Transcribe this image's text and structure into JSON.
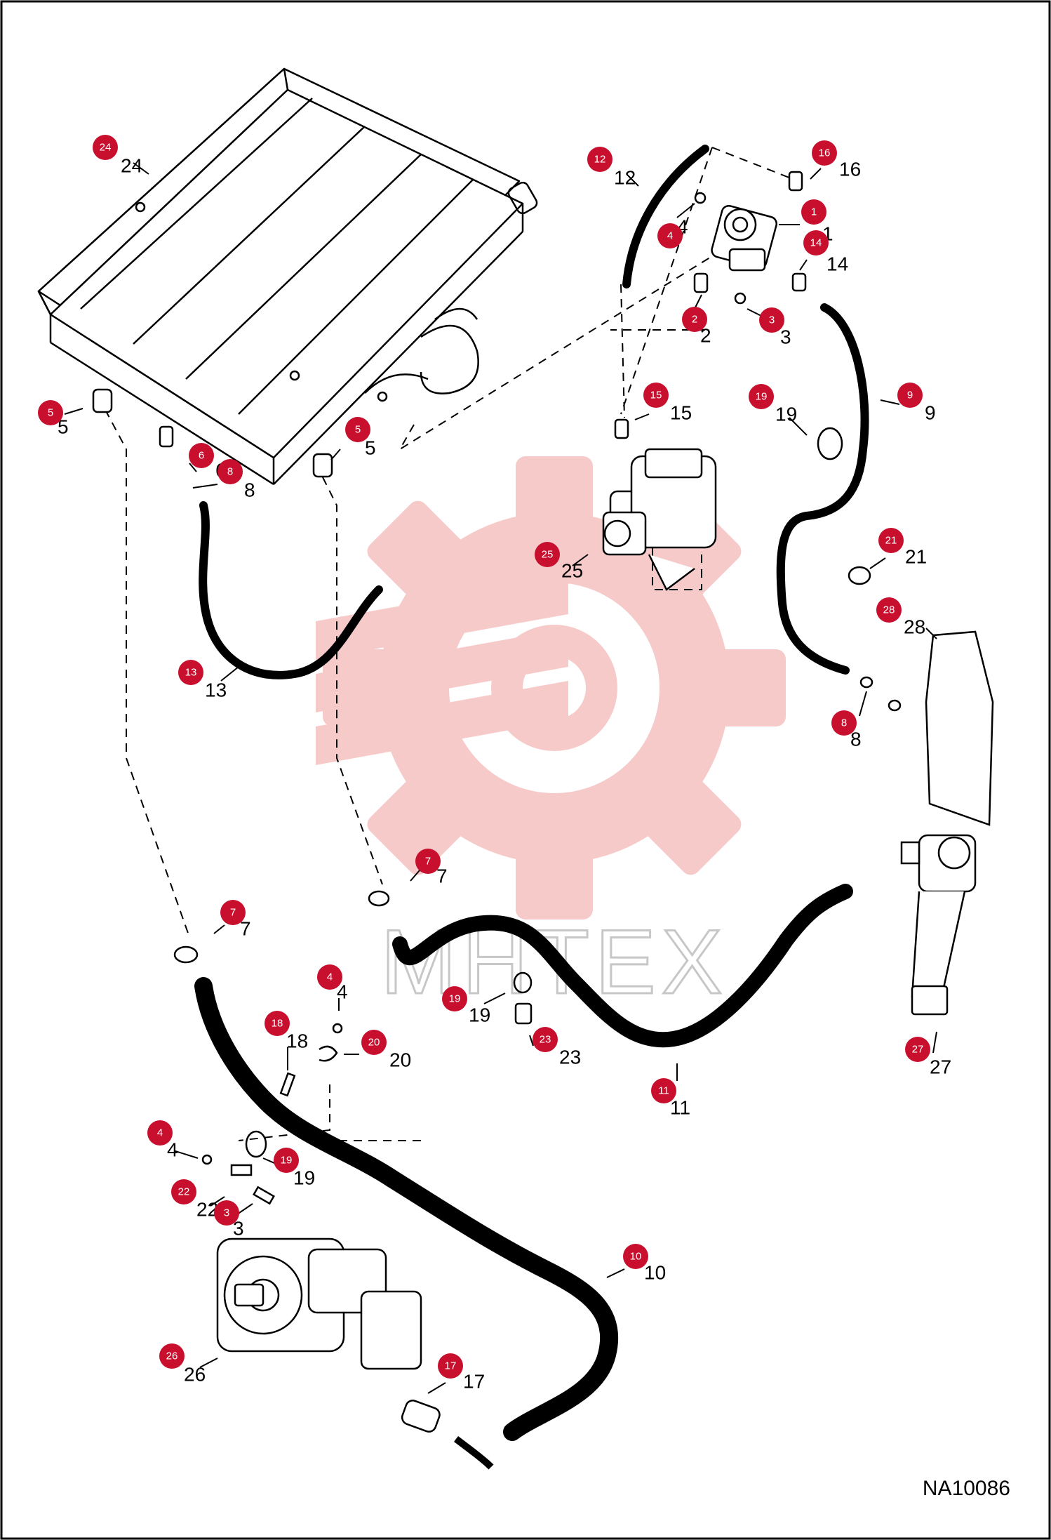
{
  "diagram_code": "NA10086",
  "watermark_text": "MHTEX",
  "colors": {
    "callout": "#c8102e",
    "line": "#000000",
    "watermark": "#f7c9c9",
    "background": "#ffffff"
  },
  "callouts": [
    {
      "num": "24"
    },
    {
      "num": "12"
    },
    {
      "num": "16"
    },
    {
      "num": "1"
    },
    {
      "num": "4"
    },
    {
      "num": "14"
    },
    {
      "num": "2"
    },
    {
      "num": "3"
    },
    {
      "num": "5"
    },
    {
      "num": "15"
    },
    {
      "num": "19"
    },
    {
      "num": "9"
    },
    {
      "num": "5"
    },
    {
      "num": "6"
    },
    {
      "num": "8"
    },
    {
      "num": "25"
    },
    {
      "num": "21"
    },
    {
      "num": "28"
    },
    {
      "num": "13"
    },
    {
      "num": "8"
    },
    {
      "num": "7"
    },
    {
      "num": "7"
    },
    {
      "num": "4"
    },
    {
      "num": "19"
    },
    {
      "num": "18"
    },
    {
      "num": "20"
    },
    {
      "num": "23"
    },
    {
      "num": "27"
    },
    {
      "num": "11"
    },
    {
      "num": "4"
    },
    {
      "num": "19"
    },
    {
      "num": "22"
    },
    {
      "num": "3"
    },
    {
      "num": "10"
    },
    {
      "num": "26"
    },
    {
      "num": "17"
    }
  ]
}
